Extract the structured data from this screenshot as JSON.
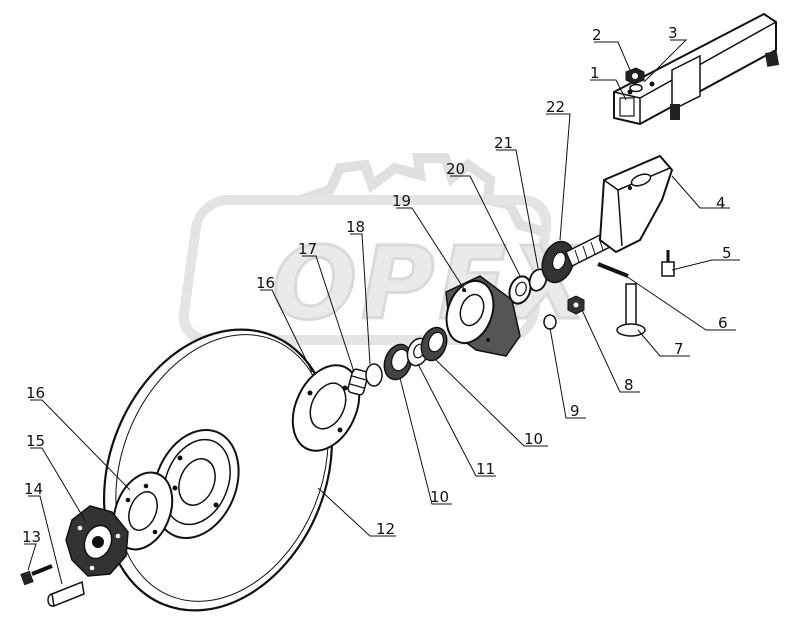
{
  "watermark": {
    "text": "OPEX"
  },
  "callouts": [
    {
      "id": "c1",
      "label": "1"
    },
    {
      "id": "c2",
      "label": "2"
    },
    {
      "id": "c3",
      "label": "3"
    },
    {
      "id": "c4",
      "label": "4"
    },
    {
      "id": "c5",
      "label": "5"
    },
    {
      "id": "c6",
      "label": "6"
    },
    {
      "id": "c7",
      "label": "7"
    },
    {
      "id": "c8",
      "label": "8"
    },
    {
      "id": "c9",
      "label": "9"
    },
    {
      "id": "c10a",
      "label": "10"
    },
    {
      "id": "c10b",
      "label": "10"
    },
    {
      "id": "c11",
      "label": "11"
    },
    {
      "id": "c12",
      "label": "12"
    },
    {
      "id": "c13",
      "label": "13"
    },
    {
      "id": "c14",
      "label": "14"
    },
    {
      "id": "c15",
      "label": "15"
    },
    {
      "id": "c16a",
      "label": "16"
    },
    {
      "id": "c16b",
      "label": "16"
    },
    {
      "id": "c17",
      "label": "17"
    },
    {
      "id": "c18",
      "label": "18"
    },
    {
      "id": "c19",
      "label": "19"
    },
    {
      "id": "c20",
      "label": "20"
    },
    {
      "id": "c21",
      "label": "21"
    },
    {
      "id": "c22",
      "label": "22"
    }
  ]
}
